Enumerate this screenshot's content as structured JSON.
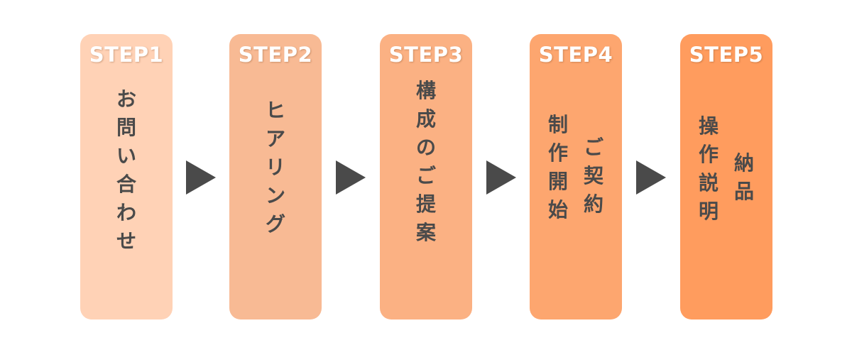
{
  "colors": {
    "step1": "#ffd2b6",
    "step2": "#f8ba94",
    "step3": "#fbb183",
    "step4": "#fda66f",
    "step5": "#ff9c5e",
    "text": "#4a4a4a",
    "arrow": "#4a4a4a",
    "label": "#ffffff"
  },
  "steps": [
    {
      "label": "STEP1",
      "columns": [
        [
          "お",
          "問",
          "い",
          "合",
          "わ",
          "せ"
        ]
      ]
    },
    {
      "label": "STEP2",
      "columns": [
        [
          "ヒ",
          "ア",
          "リ",
          "ン",
          "グ"
        ]
      ]
    },
    {
      "label": "STEP3",
      "columns": [
        [
          "構",
          "成",
          "の",
          "ご",
          "提",
          "案"
        ]
      ]
    },
    {
      "label": "STEP4",
      "columns": [
        [
          "ご",
          "契",
          "約"
        ],
        [
          "制",
          "作",
          "開",
          "始"
        ]
      ]
    },
    {
      "label": "STEP5",
      "columns": [
        [
          "納",
          "品"
        ],
        [
          "操",
          "作",
          "説",
          "明"
        ]
      ]
    }
  ],
  "arrow_icon": "triangle-right-icon"
}
